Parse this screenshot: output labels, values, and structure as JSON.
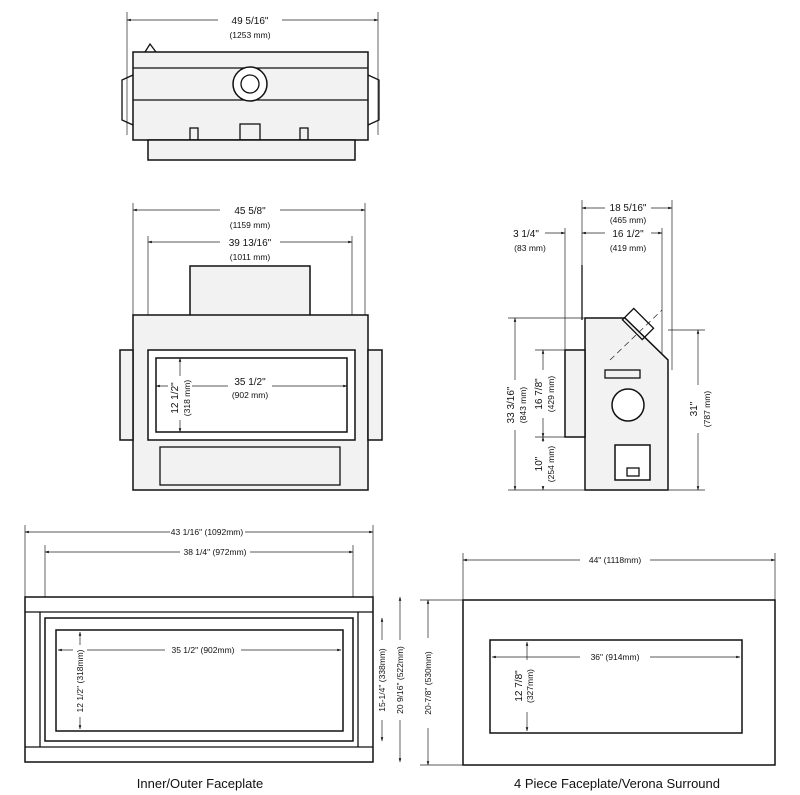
{
  "top_view": {
    "width_in": "49 5/16\"",
    "width_mm": "(1253 mm)"
  },
  "front_view": {
    "outer_width_in": "45 5/8\"",
    "outer_width_mm": "(1159 mm)",
    "inner_width_in": "39 13/16\"",
    "inner_width_mm": "(1011 mm)",
    "glass_width_in": "35 1/2\"",
    "glass_width_mm": "(902 mm)",
    "glass_height_in": "12 1/2\"",
    "glass_height_mm": "(318 mm)"
  },
  "side_view": {
    "depth_in": "18 5/16\"",
    "depth_mm": "(465 mm)",
    "body_depth_in": "16 1/2\"",
    "body_depth_mm": "(419 mm)",
    "offset_in": "3 1/4\"",
    "offset_mm": "(83 mm)",
    "total_height_in": "33 3/16\"",
    "total_height_mm": "(843 mm)",
    "opening_height_in": "16 7/8\"",
    "opening_height_mm": "(429 mm)",
    "base_height_in": "10\"",
    "base_height_mm": "(254 mm)",
    "rear_height_in": "31\"",
    "rear_height_mm": "(787 mm)"
  },
  "inner_outer_faceplate": {
    "caption": "Inner/Outer Faceplate",
    "outer_width": "43 1/16\" (1092mm)",
    "inner_width": "38 1/4\" (972mm)",
    "glass_width": "35 1/2\" (902mm)",
    "glass_height": "12 1/2\" (318mm)",
    "inner_height": "15-1/4\" (338mm)",
    "outer_height": "20 9/16\" (522mm)"
  },
  "verona_surround": {
    "caption": "4 Piece Faceplate/Verona Surround",
    "width": "44\" (1118mm)",
    "opening_width": "36\" (914mm)",
    "opening_height_in": "12 7/8\"",
    "opening_height_mm": "(327mm)",
    "height": "20-7/8\" (530mm)"
  }
}
